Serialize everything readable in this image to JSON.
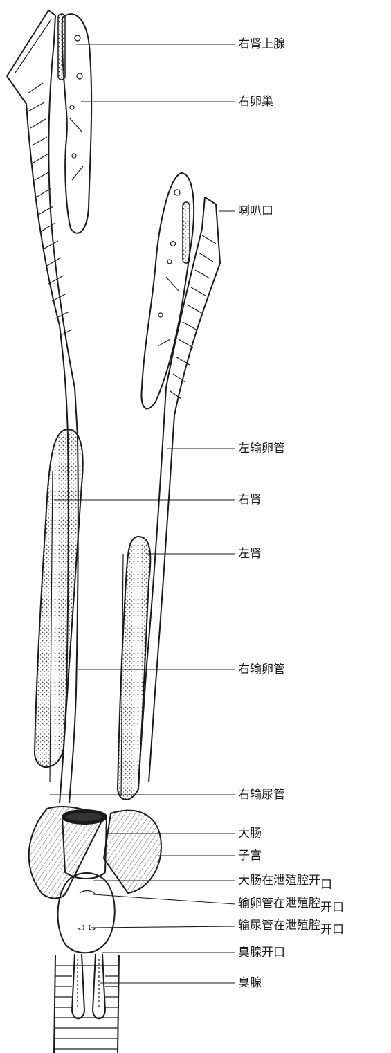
{
  "labels": {
    "right_adrenal": "右肾上腺",
    "right_ovary": "右卵巢",
    "infundibulum": "喇叭口",
    "left_oviduct": "左输卵管",
    "right_kidney": "右肾",
    "left_kidney": "左肾",
    "right_oviduct": "右输卵管",
    "right_ureter": "右输尿管",
    "large_intestine": "大肠",
    "uterus": "子宫",
    "intestine_opening_main": "大肠在泄殖腔开",
    "intestine_opening_sub": "口",
    "oviduct_opening_main": "输卵管在泄殖腔",
    "oviduct_opening_sub": "开口",
    "ureter_opening_main": "输尿管在泄殖腔",
    "ureter_opening_sub": "开口",
    "scent_gland_opening": "臭腺开口",
    "scent_gland": "臭腺"
  },
  "colors": {
    "ink": "#1a1a1a",
    "paper": "#ffffff",
    "stipple": "#555555"
  }
}
